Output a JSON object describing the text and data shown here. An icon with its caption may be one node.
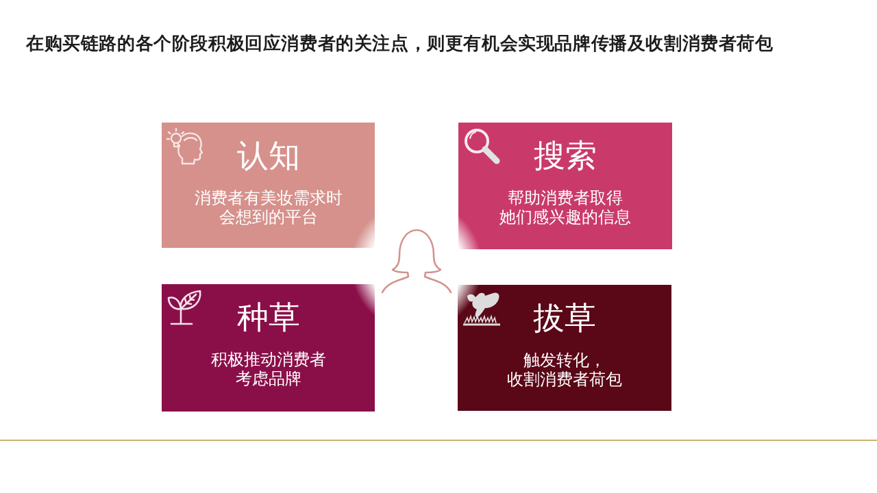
{
  "diagram": {
    "title": "在购买链路的各个阶段积极回应消费者的关注点，则更有机会实现品牌传播及收割消费者荷包",
    "nodes": [
      {
        "text": [
          "认知",
          "消费者有美妆需求时会想到的平台"
        ]
      },
      {
        "text": [
          "搜索",
          "帮助消费者取得她们感兴趣的信息"
        ]
      },
      {
        "text": [
          "种草",
          "积极推动消费者考虑品牌"
        ]
      },
      {
        "text": [
          "拔草",
          "触发转化，收割消费者荷包"
        ]
      }
    ]
  }
}
